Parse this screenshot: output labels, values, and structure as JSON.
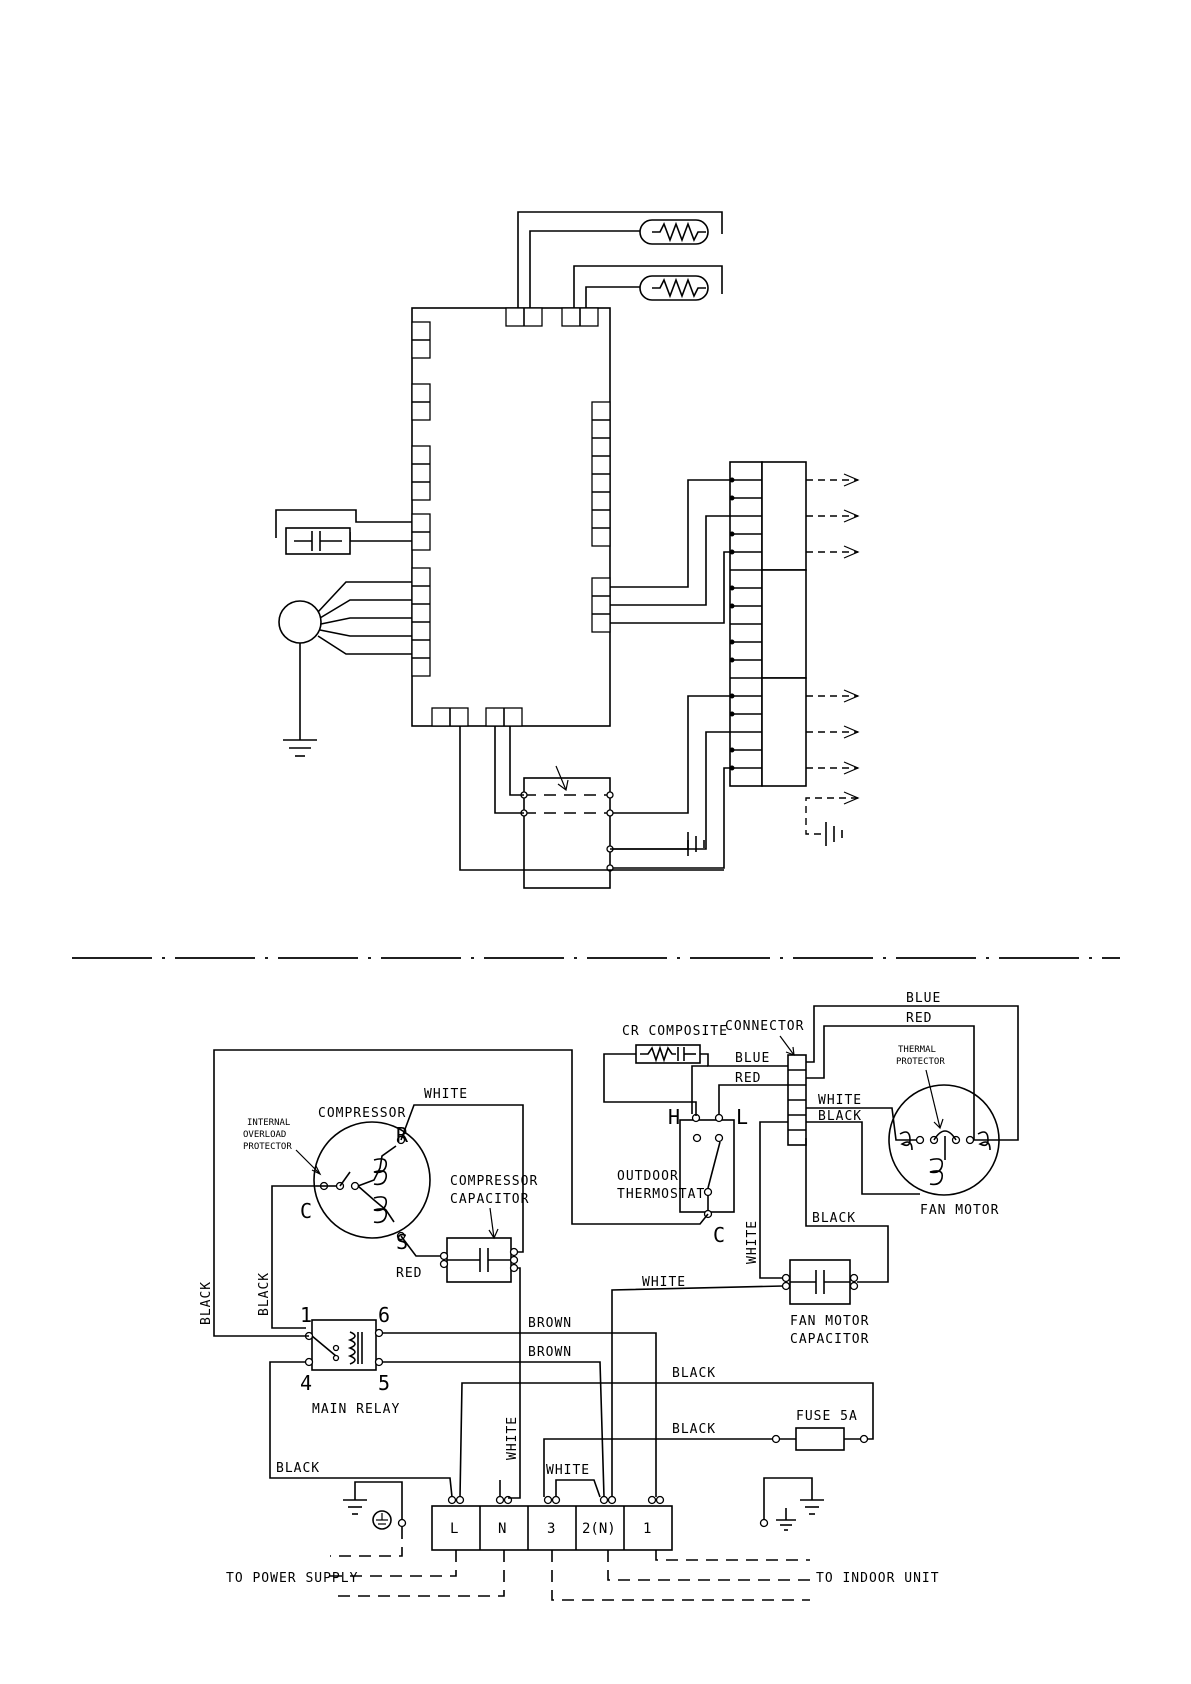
{
  "labels": {
    "compressor": "COMPRESSOR",
    "internal_overload_1": "INTERNAL",
    "internal_overload_2": "OVERLOAD",
    "internal_overload_3": "PROTECTOR",
    "comp_c": "C",
    "comp_r": "R",
    "comp_s": "S",
    "comp_cap_1": "COMPRESSOR",
    "comp_cap_2": "CAPACITOR",
    "cr_composite": "CR COMPOSITE",
    "connector": "CONNECTOR",
    "outdoor_thermostat_1": "OUTDOOR",
    "outdoor_thermostat_2": "THERMOSTAT",
    "thermo_h": "H",
    "thermo_l": "L",
    "thermo_c": "C",
    "thermal_protector_1": "THERMAL",
    "thermal_protector_2": "PROTECTOR",
    "fan_motor": "FAN MOTOR",
    "fan_motor_cap_1": "FAN MOTOR",
    "fan_motor_cap_2": "CAPACITOR",
    "main_relay": "MAIN RELAY",
    "relay_1": "1",
    "relay_4": "4",
    "relay_5": "5",
    "relay_6": "6",
    "fuse": "FUSE 5A",
    "to_power_supply": "TO POWER SUPPLY",
    "to_indoor_unit": "TO INDOOR UNIT"
  },
  "wires": {
    "white_top": "WHITE",
    "red_comp": "RED",
    "blue_top": "BLUE",
    "red_top": "RED",
    "blue_conn": "BLUE",
    "red_conn": "RED",
    "white_conn": "WHITE",
    "black_conn": "BLACK",
    "black_fan": "BLACK",
    "white_vertical": "WHITE",
    "white_fancap": "WHITE",
    "black_left": "BLACK",
    "black_mid": "BLACK",
    "brown_1": "BROWN",
    "brown_2": "BROWN",
    "black_upper": "BLACK",
    "black_fuse": "BLACK",
    "white_n": "WHITE",
    "white_2n": "WHITE",
    "black_bottom": "BLACK"
  },
  "terminal_block": [
    "L",
    "N",
    "3",
    "2(N)",
    "1"
  ]
}
